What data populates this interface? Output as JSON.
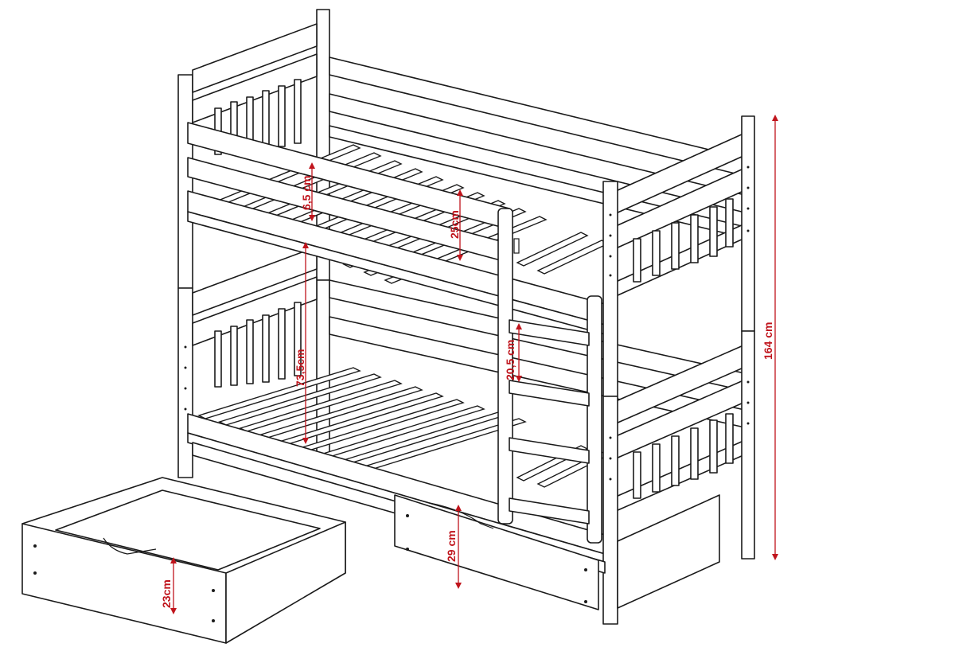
{
  "colors": {
    "line": "#1a1a1a",
    "dimension": "#c0141c",
    "background": "#ffffff"
  },
  "dimensions": {
    "guard_gap": "6,5 cm",
    "guard_height": "25cm",
    "bed_height": "73,5cm",
    "ladder_step": "20,5 cm",
    "total_height": "164 cm",
    "drawer_front": "29 cm",
    "drawer_side": "23cm"
  }
}
